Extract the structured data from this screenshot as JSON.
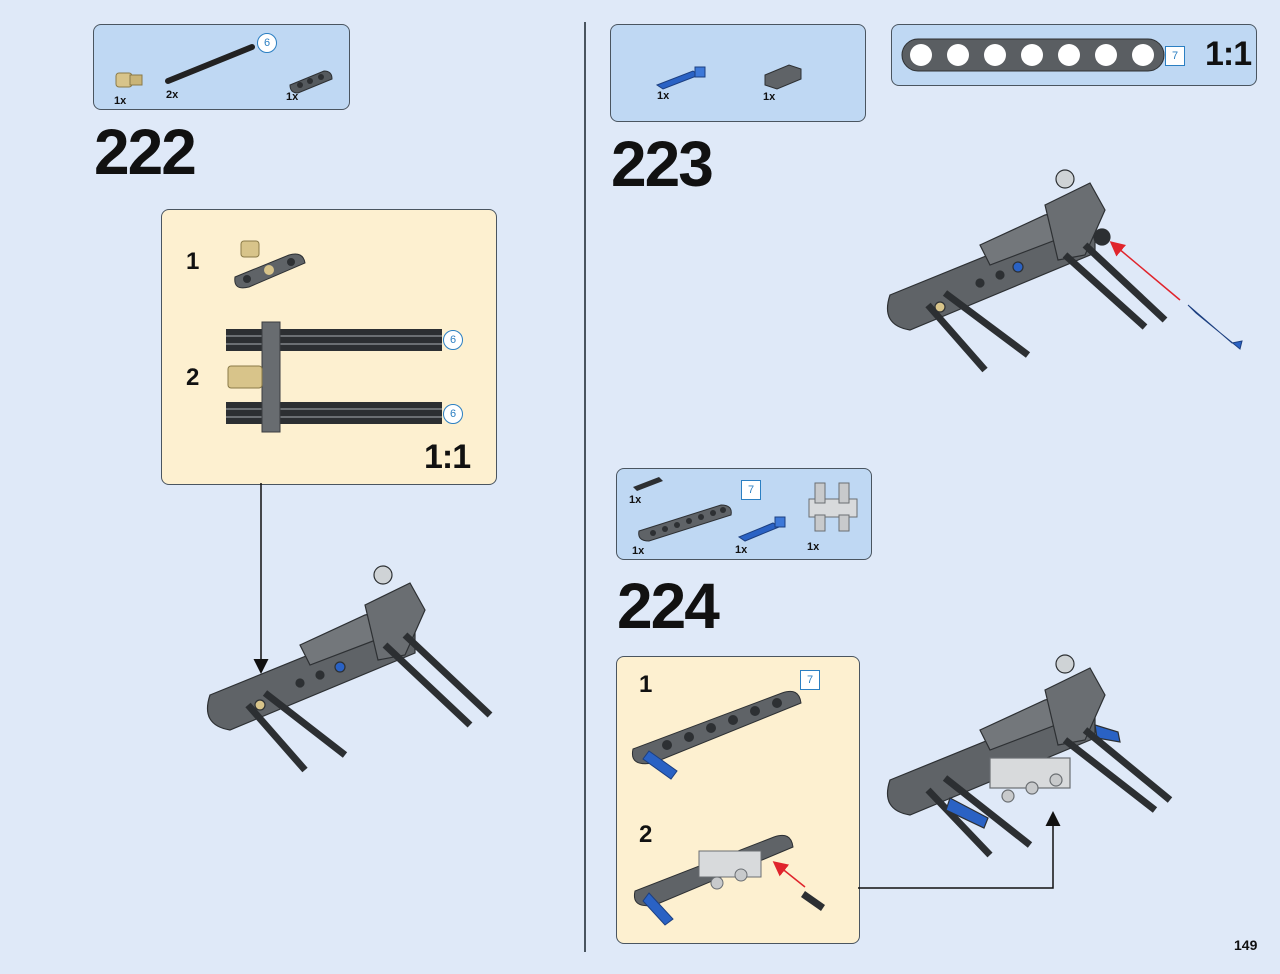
{
  "page_number": "149",
  "colors": {
    "page_bg": "#dfe9f8",
    "parts_bg": "#bfd8f3",
    "submodel_bg": "#fdf0d0",
    "beam_gray": "#666a6e",
    "pin_blue": "#2a62c4",
    "tan": "#d8c48a",
    "arrow_red": "#e0242c",
    "length_blue": "#2b7fc2"
  },
  "step222": {
    "number": "222",
    "parts": [
      {
        "qty": "1x",
        "icon": "tan-axle-pin-icon"
      },
      {
        "qty": "2x",
        "icon": "black-axle-icon",
        "length": "6"
      },
      {
        "qty": "1x",
        "icon": "gray-beam-3-icon"
      }
    ],
    "submodel": {
      "sub1": "1",
      "sub2": "2",
      "axle_len_top": "6",
      "axle_len_bottom": "6",
      "scale": "1:1"
    }
  },
  "step223": {
    "number": "223",
    "parts": [
      {
        "qty": "1x",
        "icon": "blue-pin-icon"
      },
      {
        "qty": "1x",
        "icon": "gray-beam-2-icon"
      }
    ],
    "scale_beam_length": "7",
    "scale": "1:1"
  },
  "step224": {
    "number": "224",
    "parts": [
      {
        "qty": "1x",
        "icon": "black-pin-icon"
      },
      {
        "qty": "1x",
        "icon": "gray-beam-7-icon",
        "length": "7"
      },
      {
        "qty": "1x",
        "icon": "blue-pin-icon"
      },
      {
        "qty": "1x",
        "icon": "light-gray-connector-icon"
      }
    ],
    "submodel": {
      "sub1": "1",
      "sub2": "2",
      "beam_length": "7"
    }
  }
}
